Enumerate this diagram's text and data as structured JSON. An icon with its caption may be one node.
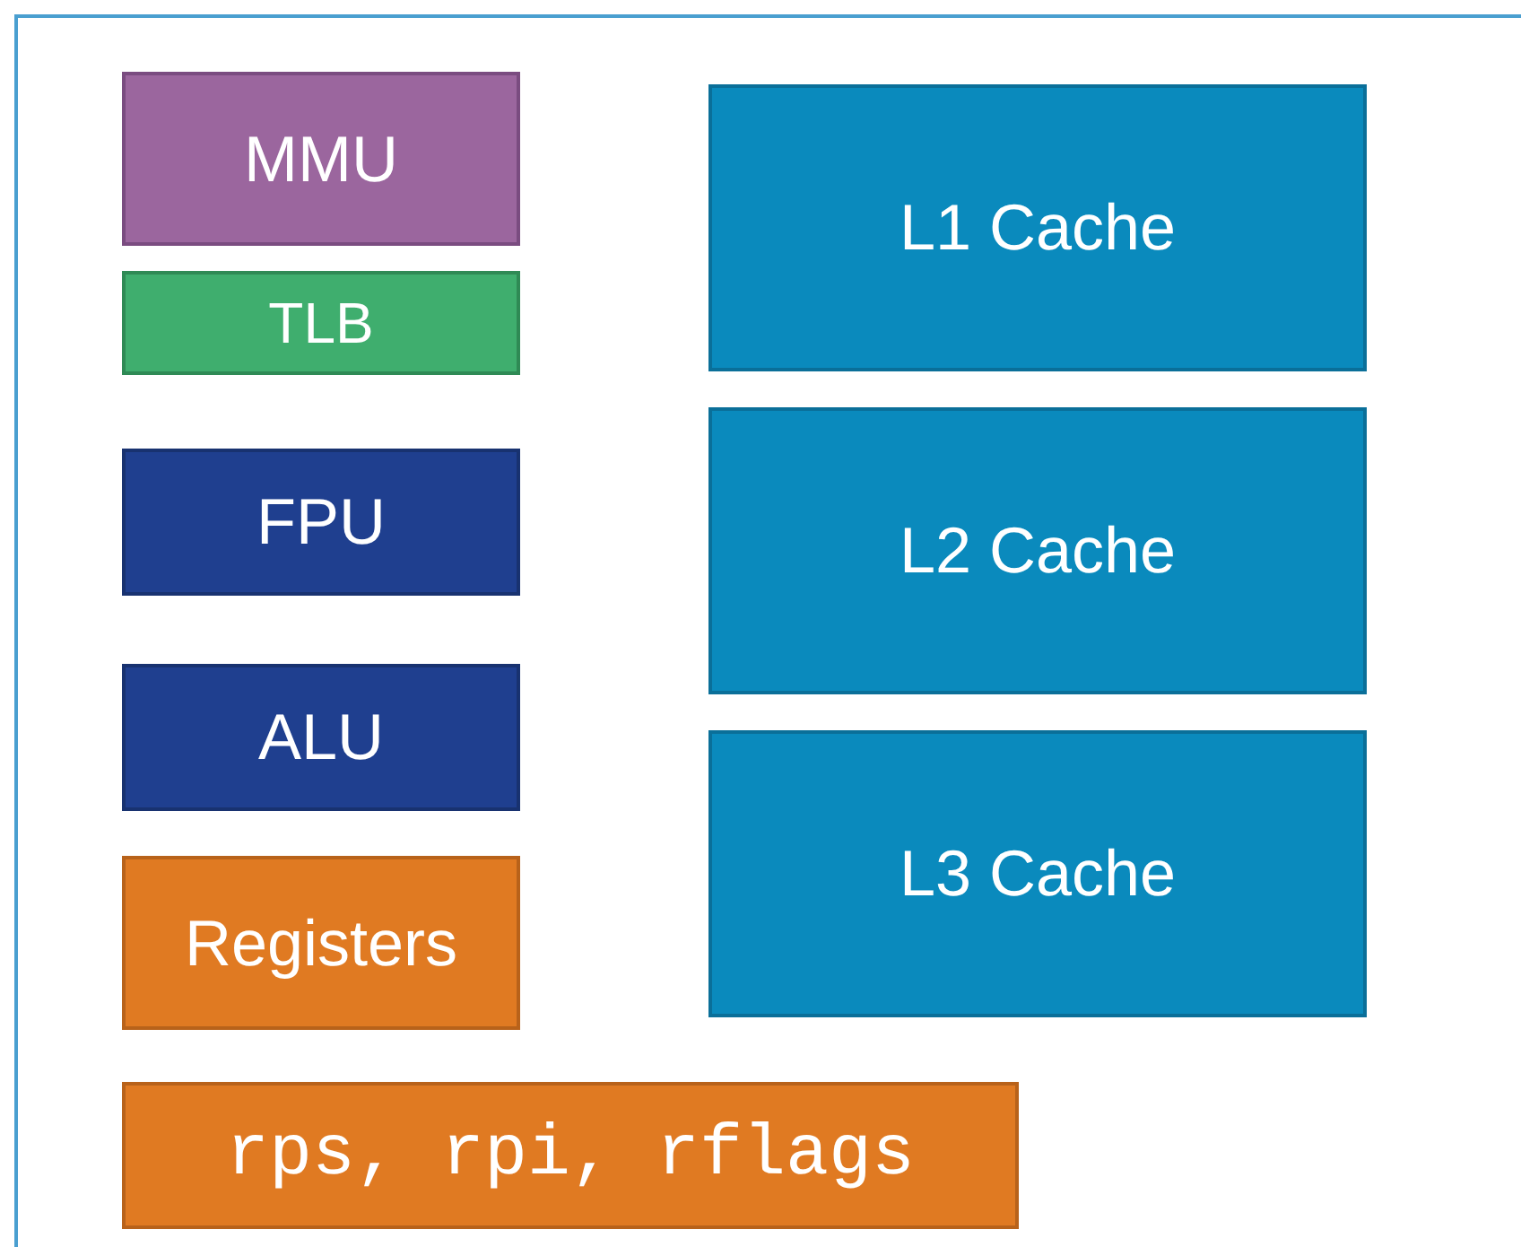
{
  "diagram": {
    "nodes": [
      {
        "text": [],
        "shape": "box"
      },
      {
        "text": [
          "MMU"
        ],
        "in": 0
      },
      {
        "text": [
          "L1 Cache"
        ],
        "in": 0
      },
      {
        "text": [
          "TLB"
        ],
        "in": 0
      },
      {
        "text": [
          "FPU"
        ],
        "in": 0
      },
      {
        "text": [
          "L2 Cache"
        ],
        "in": 0
      },
      {
        "text": [
          "ALU"
        ],
        "in": 0
      },
      {
        "text": [
          "L3 Cache"
        ],
        "in": 0
      },
      {
        "text": [
          "Registers"
        ],
        "in": 0
      },
      {
        "text": [
          "rps, rpi, rflags"
        ],
        "in": 0
      }
    ],
    "edges": []
  }
}
